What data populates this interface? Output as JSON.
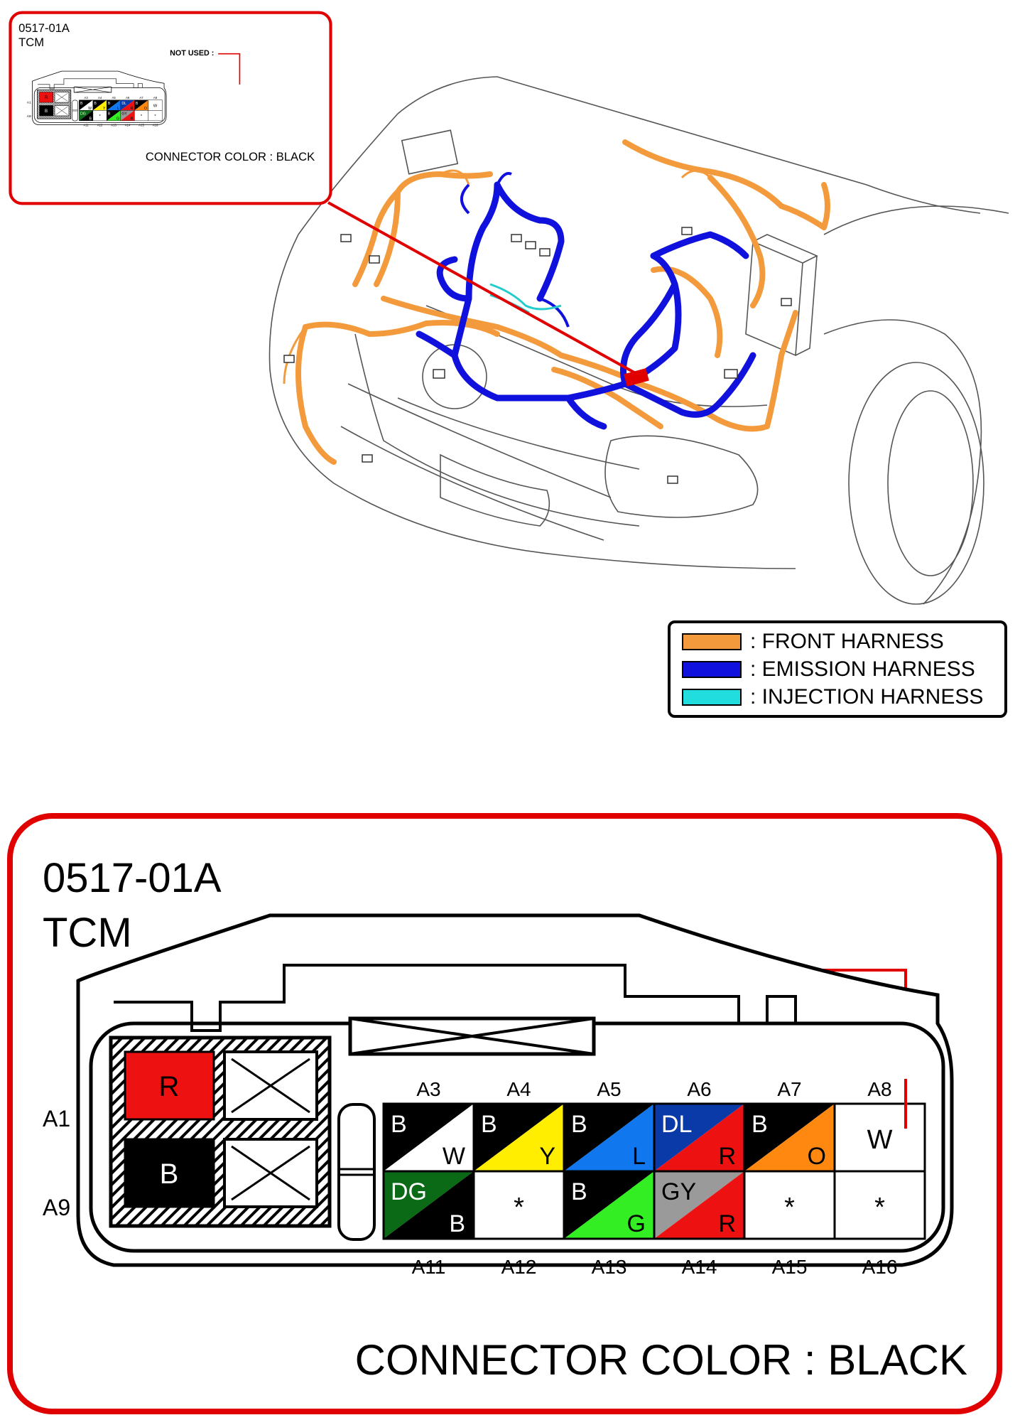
{
  "connector": {
    "code": "0517-01A",
    "name": "TCM",
    "not_used_label": "NOT USED :",
    "color_label": "CONNECTOR COLOR : BLACK",
    "row_labels": [
      "A1",
      "A9"
    ],
    "top_pins": [
      "A3",
      "A4",
      "A5",
      "A6",
      "A7",
      "A8"
    ],
    "bottom_pins": [
      "A11",
      "A12",
      "A13",
      "A14",
      "A15",
      "A16"
    ],
    "big_cells": [
      {
        "label": "R",
        "fill": "#ee1111",
        "text_color": "#000000"
      },
      {
        "label": "B",
        "fill": "#000000",
        "text_color": "#ffffff"
      }
    ],
    "cells": [
      {
        "pin": "A3",
        "base": "B",
        "base_color": "#000000",
        "base_text": "#ffffff",
        "stripe": "W",
        "stripe_color": "#ffffff",
        "stripe_text": "#000000"
      },
      {
        "pin": "A4",
        "base": "B",
        "base_color": "#000000",
        "base_text": "#ffffff",
        "stripe": "Y",
        "stripe_color": "#ffee00",
        "stripe_text": "#000000"
      },
      {
        "pin": "A5",
        "base": "B",
        "base_color": "#000000",
        "base_text": "#ffffff",
        "stripe": "L",
        "stripe_color": "#1177ee",
        "stripe_text": "#000000"
      },
      {
        "pin": "A6",
        "base": "DL",
        "base_color": "#0a3aa8",
        "base_text": "#ffffff",
        "stripe": "R",
        "stripe_color": "#ee1111",
        "stripe_text": "#000000"
      },
      {
        "pin": "A7",
        "base": "B",
        "base_color": "#000000",
        "base_text": "#ffffff",
        "stripe": "O",
        "stripe_color": "#ff8811",
        "stripe_text": "#000000"
      },
      {
        "pin": "A8",
        "solid": "W",
        "fill": "#ffffff",
        "text_color": "#000000"
      },
      {
        "pin": "A11",
        "base": "DG",
        "base_color": "#0b6a16",
        "base_text": "#ffffff",
        "stripe": "B",
        "stripe_color": "#000000",
        "stripe_text": "#ffffff"
      },
      {
        "pin": "A12",
        "solid": "*",
        "fill": "#ffffff",
        "text_color": "#000000"
      },
      {
        "pin": "A13",
        "base": "B",
        "base_color": "#000000",
        "base_text": "#ffffff",
        "stripe": "G",
        "stripe_color": "#33ee22",
        "stripe_text": "#000000"
      },
      {
        "pin": "A14",
        "base": "GY",
        "base_color": "#9a9a9a",
        "base_text": "#000000",
        "stripe": "R",
        "stripe_color": "#ee1111",
        "stripe_text": "#000000"
      },
      {
        "pin": "A15",
        "solid": "*",
        "fill": "#ffffff",
        "text_color": "#000000"
      },
      {
        "pin": "A16",
        "solid": "*",
        "fill": "#ffffff",
        "text_color": "#000000"
      }
    ]
  },
  "legend": {
    "items": [
      {
        "label": ": FRONT HARNESS",
        "color": "#f39b3c"
      },
      {
        "label": ": EMISSION HARNESS",
        "color": "#1111dd"
      },
      {
        "label": ": INJECTION HARNESS",
        "color": "#22dddd"
      }
    ]
  },
  "colors": {
    "callout": "#e00000",
    "front_harness": "#f39b3c",
    "emission_harness": "#1111dd",
    "injection_harness": "#22cccc"
  }
}
